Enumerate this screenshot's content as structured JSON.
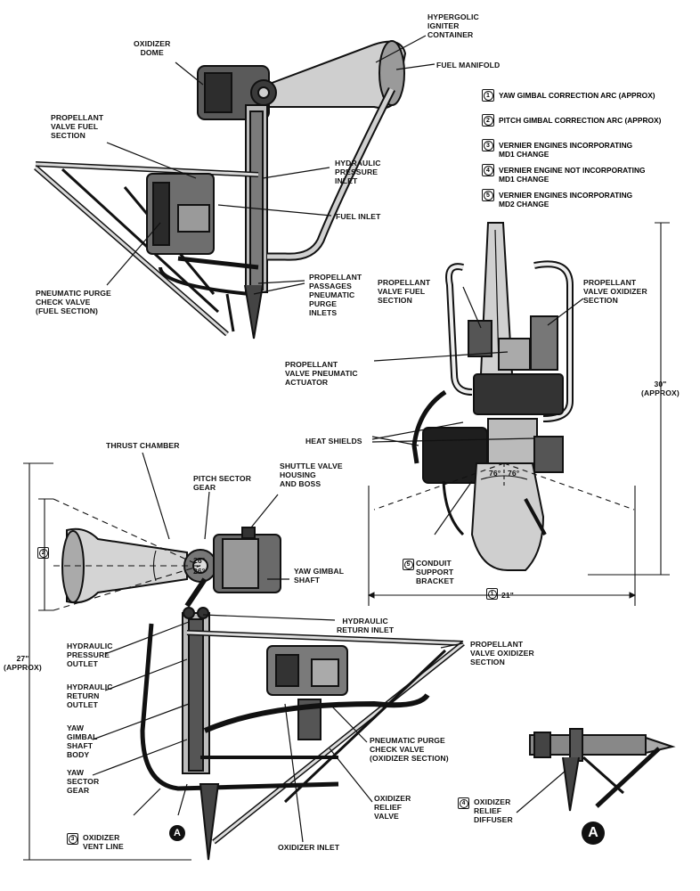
{
  "legend": [
    {
      "num": "1",
      "text": "YAW GIMBAL CORRECTION ARC (APPROX)"
    },
    {
      "num": "2",
      "text": "PITCH GIMBAL CORRECTION ARC (APPROX)"
    },
    {
      "num": "3",
      "text": "VERNIER ENGINES INCORPORATING\nMD1 CHANGE"
    },
    {
      "num": "4",
      "text": "VERNIER ENGINE NOT INCORPORATING\nMD1 CHANGE"
    },
    {
      "num": "5",
      "text": "VERNIER ENGINES INCORPORATING\nMD2 CHANGE"
    }
  ],
  "top_view": {
    "oxidizer_dome": "OXIDIZER\nDOME",
    "hypergolic_igniter": "HYPERGOLIC\nIGNITER\nCONTAINER",
    "fuel_manifold": "FUEL MANIFOLD",
    "propellant_valve_fuel": "PROPELLANT\nVALVE FUEL\nSECTION",
    "hydraulic_pressure_inlet": "HYDRAULIC\nPRESSURE\nINLET",
    "fuel_inlet": "FUEL INLET",
    "pneumatic_purge_check_valve": "PNEUMATIC PURGE\nCHECK VALVE\n(FUEL SECTION)",
    "propellant_passages": "PROPELLANT\nPASSAGES\nPNEUMATIC\nPURGE\nINLETS"
  },
  "right_view": {
    "propellant_valve_fuel": "PROPELLANT\nVALVE FUEL\nSECTION",
    "propellant_valve_oxidizer": "PROPELLANT\nVALVE OXIDIZER\nSECTION",
    "propellant_valve_pneumatic": "PROPELLANT\nVALVE PNEUMATIC\nACTUATOR",
    "heat_shields": "HEAT SHIELDS",
    "height": "30\"\n(APPROX)",
    "angle_left": "76°",
    "angle_right": "76°",
    "conduit_support": "CONDUIT\nSUPPORT\nBRACKET",
    "conduit_badge": "5",
    "width_badge": "1",
    "width": "21\""
  },
  "bottom_view": {
    "thrust_chamber": "THRUST CHAMBER",
    "pitch_sector_gear": "PITCH SECTOR\nGEAR",
    "shuttle_valve": "SHUTTLE VALVE\nHOUSING\nAND BOSS",
    "pitch_badge": "2",
    "angle_upper": "26°",
    "angle_lower": "26°",
    "yaw_gimbal_shaft": "YAW GIMBAL\nSHAFT",
    "hydraulic_return_inlet": "HYDRAULIC\nRETURN INLET",
    "hydraulic_pressure_outlet": "HYDRAULIC\nPRESSURE\nOUTLET",
    "hydraulic_return_outlet": "HYDRAULIC\nRETURN\nOUTLET",
    "yaw_gimbal_shaft_body": "YAW\nGIMBAL\nSHAFT\nBODY",
    "yaw_sector_gear": "YAW\nSECTOR\nGEAR",
    "height": "27\"\n(APPROX)",
    "propellant_valve_oxidizer": "PROPELLANT\nVALVE OXIDIZER\nSECTION",
    "pneumatic_purge_oxidizer": "PNEUMATIC PURGE\nCHECK VALVE\n(OXIDIZER SECTION)",
    "oxidizer_relief_valve": "OXIDIZER\nRELIEF\nVALVE",
    "oxidizer_inlet": "OXIDIZER INLET",
    "oxidizer_vent_line": "OXIDIZER\nVENT LINE",
    "vent_badge": "3",
    "detail_marker": "A"
  },
  "detail_view": {
    "badge": "4",
    "label": "OXIDIZER\nRELIEF\nDIFFUSER",
    "marker": "A"
  }
}
